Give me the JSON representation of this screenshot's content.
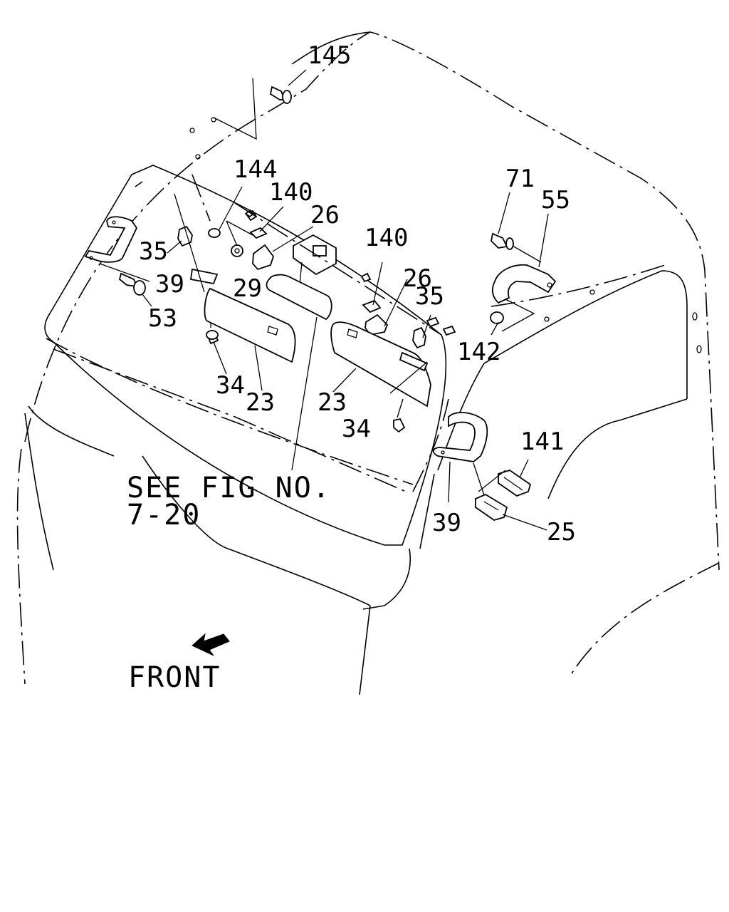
{
  "callouts": {
    "c145": "145",
    "c144": "144",
    "c140a": "140",
    "c26a": "26",
    "c71": "71",
    "c55": "55",
    "c35a": "35",
    "c39a": "39",
    "c29": "29",
    "c140b": "140",
    "c26b": "26",
    "c35b": "35",
    "c53": "53",
    "c142": "142",
    "c34a": "34",
    "c23a": "23",
    "c23b": "23",
    "c34b": "34",
    "c141": "141",
    "c39b": "39",
    "c25": "25"
  },
  "note": {
    "line1": "SEE FIG NO.",
    "line2": "7-20"
  },
  "front_label": "FRONT",
  "icons": [
    "front-arrow-icon"
  ]
}
